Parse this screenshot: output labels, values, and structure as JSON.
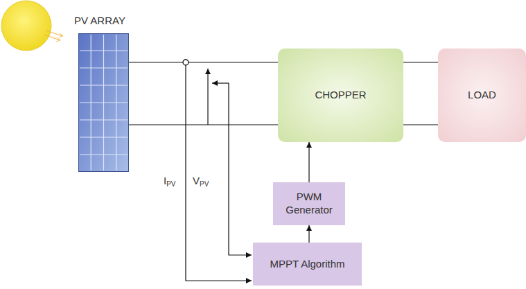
{
  "diagram": {
    "nodes": [
      {
        "text": [
          "PV ARRAY"
        ]
      },
      {
        "text": [
          "CHOPPER"
        ]
      },
      {
        "text": [
          "LOAD"
        ]
      },
      {
        "text": [
          "PWM Generator"
        ]
      },
      {
        "text": [
          "MPPT Algorithm"
        ]
      }
    ],
    "edges": [
      {
        "from": 0,
        "to": 1,
        "arrow": "none"
      },
      {
        "from": 0,
        "to": 1,
        "arrow": "none"
      },
      {
        "from": 1,
        "to": 2,
        "arrow": "none"
      },
      {
        "from": 1,
        "to": 2,
        "arrow": "none"
      },
      {
        "from": 4,
        "to": 3,
        "arrow": "to"
      },
      {
        "from": 3,
        "to": 1,
        "arrow": "to"
      }
    ],
    "labels": [
      "IPV",
      "VPV"
    ]
  }
}
